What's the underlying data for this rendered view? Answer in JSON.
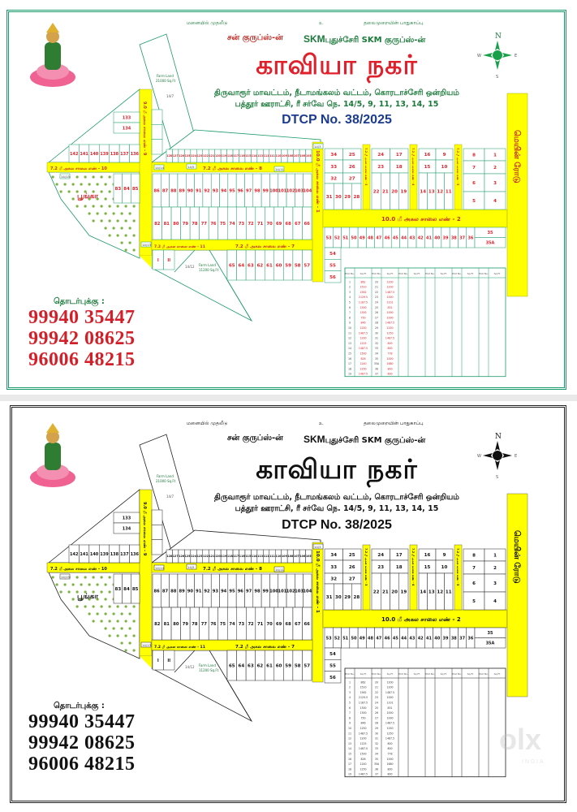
{
  "header": {
    "tagline_left": "மனையில் முதலீடு",
    "tagline_center": "உ",
    "tagline_right": "தலைமுறையின் பாதுகாப்பு",
    "group_left": "சன் குருப்ஸ்-ன்",
    "skm_logo": "SKM",
    "group_right": "புதுச்சேரி SKM குருப்ஸ்-ன்",
    "title": "காவியா நகர்",
    "address_line1": "திருவாரூர் மாவட்டம்,  நீடாமங்கலம் வட்டம், கொரடாச்சேரி ஒன்றியம்",
    "address_line2": "பத்தூர் ஊராட்சி, ரீ சர்வே நெ. 14/5, 9, 11, 13, 14, 15",
    "dtcp": "DTCP No. 38/2025"
  },
  "compass": {
    "n": "N",
    "s": "S",
    "e": "E",
    "w": "W"
  },
  "contact": {
    "label": "தொடர்புக்கு :",
    "phones": [
      "99940 35447",
      "99942 08625",
      "96006 48215"
    ]
  },
  "map": {
    "roads": {
      "road_10": "7.2 மீ அகல சாலை எண் - 10",
      "road_8": "7.2 மீ அகல சாலை எண் - 8",
      "road_9": "9.0 மீ அகல சாலை எண் - 9",
      "road_1": "10.0 மீ அகல சாலை எண் - 1",
      "road_2": "10.0 மீ அகல சாலை எண் - 2",
      "road_7": "7.2 மீ அகல சாலை எண் - 7",
      "road_11": "7.2 மீ அகல சாலை எண் - 11",
      "road_3": "7.2 மீ அகல சாலை எண் - 3",
      "road_4": "7.2 மீ அகல சாலை எண் - 4",
      "road_5": "7.2 மீ அகல சாலை எண் - 5",
      "main_road": "மெயின் ரோடு"
    },
    "park_label": "பூங்கா",
    "farm_land_1": {
      "label": "Farm Land",
      "area": "21000 Sq.Ft",
      "survey": "14/7"
    },
    "farm_land_2": {
      "label": "Farm Land",
      "area": "11200 Sq.Ft",
      "survey": "14/12"
    },
    "survey_tags": [
      "14/15",
      "14/14",
      "14/5",
      "14/11",
      "14/13",
      "14/3"
    ],
    "plots": {
      "row_142_136": [
        "142",
        "141",
        "140",
        "139",
        "138",
        "137",
        "136"
      ],
      "col_133_134": [
        "133",
        "134"
      ],
      "row_128_105": [
        "128",
        "127",
        "126",
        "125",
        "124",
        "123",
        "122",
        "121",
        "120",
        "119",
        "118",
        "117",
        "116",
        "115",
        "114",
        "113",
        "112",
        "111",
        "110",
        "109",
        "108",
        "107",
        "106",
        "105"
      ],
      "row_83_85": [
        "83",
        "84",
        "85"
      ],
      "row_86_104": [
        "86",
        "87",
        "88",
        "89",
        "90",
        "91",
        "92",
        "93",
        "94",
        "95",
        "96",
        "97",
        "98",
        "99",
        "100",
        "101",
        "102",
        "103",
        "104"
      ],
      "row_82_66": [
        "82",
        "81",
        "80",
        "79",
        "78",
        "77",
        "76",
        "75",
        "74",
        "73",
        "72",
        "71",
        "70",
        "69",
        "68",
        "67",
        "66"
      ],
      "row_i_ii": [
        "I",
        "II"
      ],
      "row_65_57": [
        "65",
        "64",
        "63",
        "62",
        "61",
        "60",
        "59",
        "58",
        "57"
      ],
      "block_a_top": [
        "34",
        "25"
      ],
      "block_a_mid": [
        "33",
        "26"
      ],
      "block_a_low": [
        "32",
        "27"
      ],
      "block_a_bottom": [
        "31",
        "30",
        "29",
        "28"
      ],
      "block_b_top": [
        "24",
        "17"
      ],
      "block_b_mid": [
        "23",
        "18"
      ],
      "block_b_bottom": [
        "22",
        "21",
        "20",
        "19"
      ],
      "block_c_top": [
        "16",
        "9"
      ],
      "block_c_mid": [
        "15",
        "10"
      ],
      "block_c_bottom": [
        "14",
        "13",
        "12",
        "11"
      ],
      "block_d_top": [
        "8",
        "1"
      ],
      "block_d_mid": [
        "7",
        "2"
      ],
      "block_d_low": [
        "6",
        "3"
      ],
      "block_d_bottom": [
        "5",
        "4"
      ],
      "row_53_36": [
        "53",
        "52",
        "51",
        "50",
        "49",
        "48",
        "47",
        "46",
        "45",
        "44",
        "43",
        "42",
        "41",
        "40",
        "39",
        "38",
        "37",
        "36"
      ],
      "col_35": [
        "35",
        "35A"
      ],
      "col_54_56": [
        "54",
        "55",
        "56"
      ]
    }
  },
  "table": {
    "headers": [
      "Plot No.",
      "Sq.Ft",
      "Plot No.",
      "Sq.Ft",
      "Plot No.",
      "Sq.Ft",
      "Plot No.",
      "Sq.Ft",
      "Plot No.",
      "Sq.Ft",
      "Plot No.",
      "Sq.Ft"
    ],
    "rows": [
      [
        "1",
        "862",
        "20",
        "1200"
      ],
      [
        "2",
        "1510",
        "21",
        "1200"
      ],
      [
        "3",
        "1562",
        "22",
        "1487.5"
      ],
      [
        "4",
        "2129.5",
        "23",
        "1000"
      ],
      [
        "5",
        "1187.5",
        "24",
        "1101"
      ],
      [
        "6",
        "1300",
        "25",
        "831"
      ],
      [
        "7",
        "1300",
        "26",
        "1000"
      ],
      [
        "8",
        "750",
        "27",
        "1000"
      ],
      [
        "9",
        "846",
        "28",
        "1487.5"
      ],
      [
        "10",
        "1250",
        "29",
        "1250"
      ],
      [
        "11",
        "1487.5",
        "30",
        "1250"
      ],
      [
        "12",
        "1200",
        "31",
        "1487.5"
      ],
      [
        "13",
        "1225",
        "32",
        "800"
      ],
      [
        "14",
        "1487.5",
        "33",
        "800"
      ],
      [
        "15",
        "1500",
        "34",
        "778"
      ],
      [
        "16",
        "826",
        "35",
        "1000"
      ],
      [
        "17",
        "1240",
        "35A",
        "1680"
      ],
      [
        "18",
        "1250",
        "36",
        "800"
      ],
      [
        "19",
        "1487.5",
        "37",
        "800"
      ]
    ]
  },
  "watermark": {
    "brand": "olx",
    "region": "INDIA"
  },
  "colors": {
    "line_green": "#1a9a6a",
    "plot_red": "#e0202a",
    "road_yellow": "#ffff00",
    "park_green": "#7cb342",
    "dark_line": "#222222"
  }
}
